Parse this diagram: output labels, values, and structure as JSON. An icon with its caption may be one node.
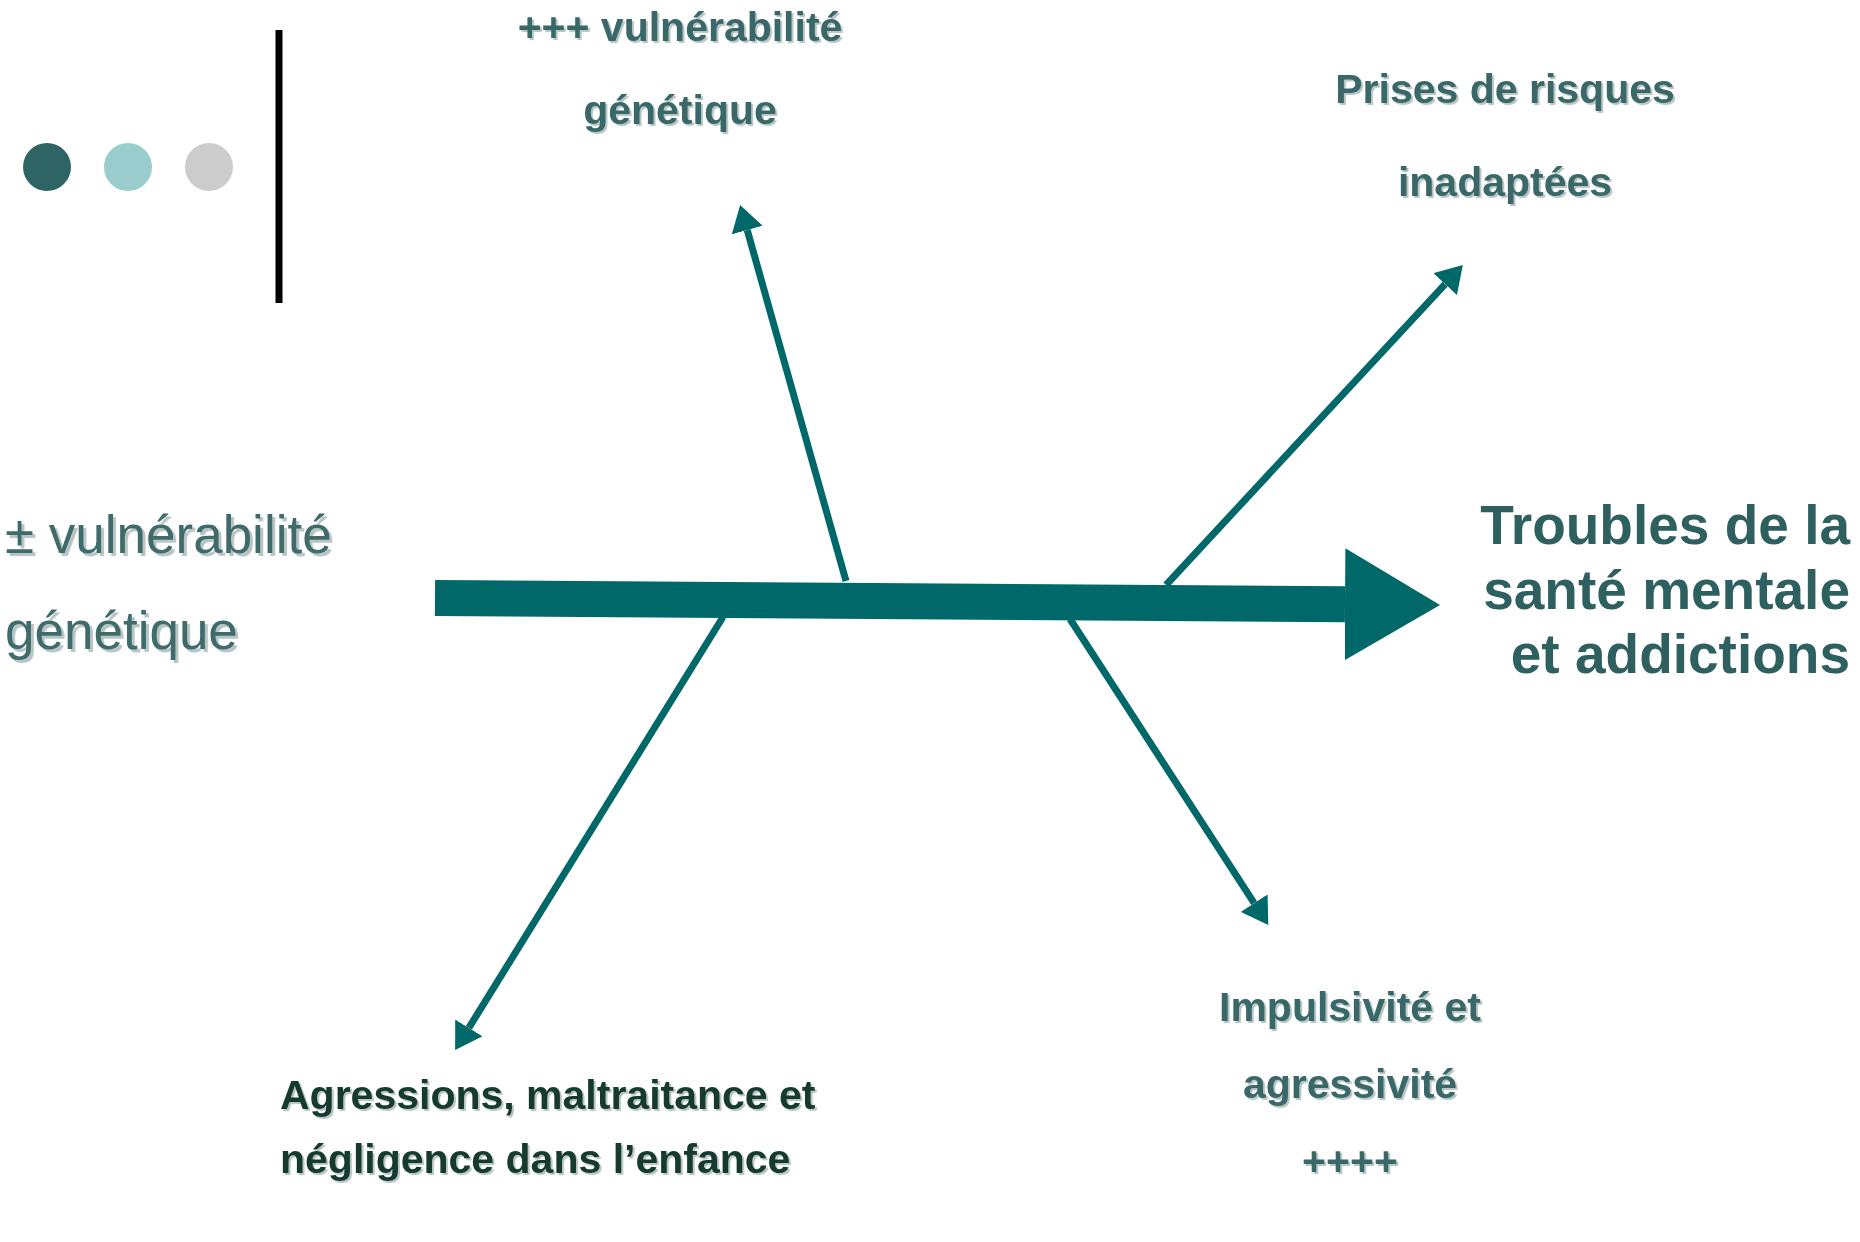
{
  "diagram": {
    "nodes": [
      {
        "text": [
          "± vulnérabilité",
          "génétique"
        ]
      },
      {
        "text": [
          "Troubles de la santé mentale et addictions"
        ]
      },
      {
        "text": [
          "+++ vulnérabilité",
          "génétique"
        ]
      },
      {
        "text": [
          "Prises de risques",
          "inadaptées"
        ]
      },
      {
        "text": [
          "Agressions, maltraitance et négligence dans l’enfance"
        ]
      },
      {
        "text": [
          "Impulsivité et",
          "agressivité",
          "++++"
        ]
      }
    ],
    "edges": [
      {
        "from": 0,
        "to": 1,
        "arrow": "to",
        "style": "thick"
      },
      {
        "from": null,
        "to": 2,
        "arrow": "to"
      },
      {
        "from": null,
        "to": 3,
        "arrow": "to"
      },
      {
        "from": null,
        "to": 4,
        "arrow": "to"
      },
      {
        "from": null,
        "to": 5,
        "arrow": "to"
      }
    ]
  }
}
